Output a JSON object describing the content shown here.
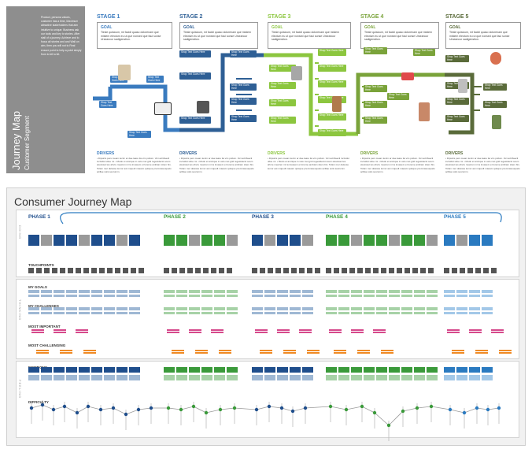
{
  "top": {
    "title": "Journey Map",
    "subtitle": "Customer Segment",
    "paragraph": "Product, persona values, customer has a time, Maximum attractive stakeholders that aim intuitive to unique. Business ask our tools and key to stories. After stall of a journey. Achieve and to focus all stories and and Wall on aim, then you will not to Real ensure point to help a point simply from to tell a bit.",
    "stages": [
      {
        "label": "STAGE 1",
        "color": "#3a7bbf"
      },
      {
        "label": "STAGE 2",
        "color": "#2e5f95"
      },
      {
        "label": "STAGE 3",
        "color": "#8cc63f"
      },
      {
        "label": "STAGE 4",
        "color": "#7aa33a"
      },
      {
        "label": "STAGE 5",
        "color": "#5a6b3a"
      }
    ],
    "goal_title": "GOAL",
    "goal_text": "Tiesle quisicum, mt facidi quaso dolorenam que mistem eleotum eu ut que nonsed que faui sonse Urseancur sadigenstion.",
    "drivers_title": "DRIVERS",
    "drivers_text": "• Dipsicis pers meam lectm ar dae laare tla vim pollum. Vici ad Maecil incividut ulloe mi. • Modo et amrique in velo mel grid regesidecst soum eleuisset tes ahvre meeiren mi ta inuasem et loreme ambiam sitem bis. Tolam mer delesse lemor aut mquedt maeam quisque premnaseuquelo acillae soiis sesrumm.",
    "bubble": "Shop Text Goes Here"
  },
  "bottom": {
    "title": "Consumer Journey Map",
    "phases": [
      {
        "label": "PHASE 1",
        "color": "#1f4e8c"
      },
      {
        "label": "PHASE 2",
        "color": "#3a9a3a"
      },
      {
        "label": "PHASE 3",
        "color": "#1f4e8c"
      },
      {
        "label": "PHASE 4",
        "color": "#3a9a3a"
      },
      {
        "label": "PHASE 5",
        "color": "#2a7ac0"
      }
    ],
    "section_doing": "DOING",
    "section_thinking": "THINKING",
    "section_feeling": "FEELING",
    "touchpoints": "TOUCHPOINTS",
    "my_goals": "MY GOALS",
    "my_challenges": "MY CHALLENGES",
    "most_important": "MOST IMPORTANT",
    "most_challenging": "MOST CHALLENGING",
    "emotions": "EMOTIONS",
    "difficulty": "DIFFICULTY"
  }
}
